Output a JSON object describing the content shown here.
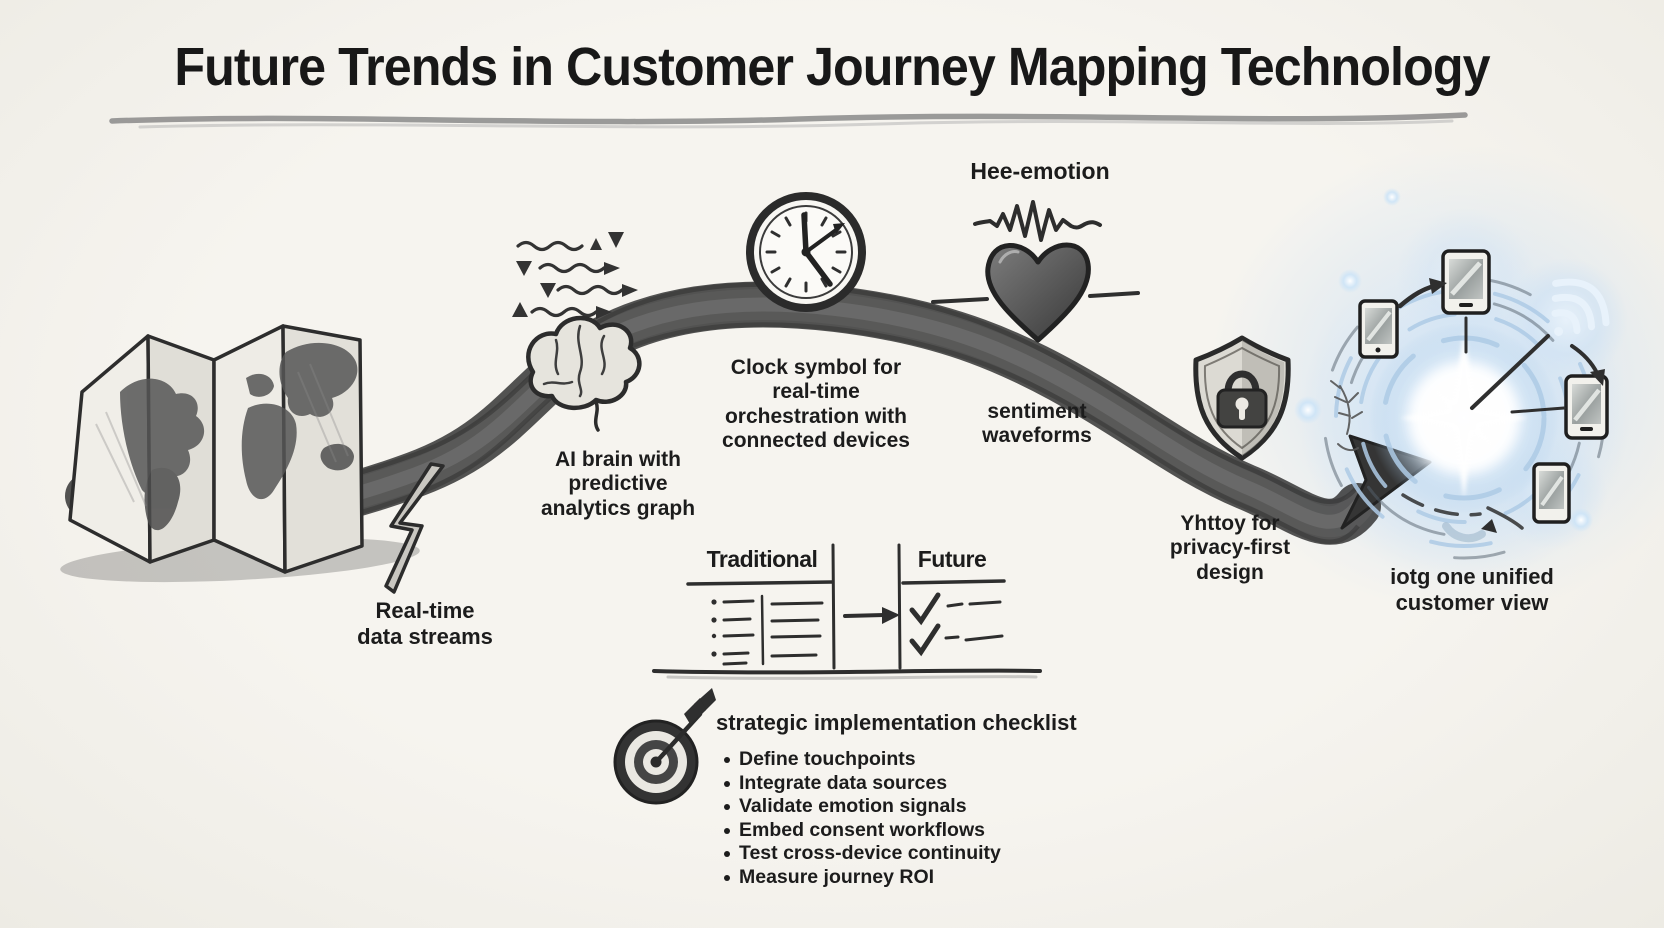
{
  "title": "Future Trends in Customer Journey Mapping Technology",
  "captions": {
    "emotion_title": "Hee-emotion",
    "clock": "Clock symbol for\nreal-time\norchestration with\nconnected devices",
    "ai_brain": "AI brain with\npredictive\nanalytics graph",
    "sentiment": "sentiment\nwaveforms",
    "realtime": "Real-time\ndata streams",
    "privacy": "Yhttoy for\nprivacy-first\ndesign",
    "unified": "iotg one unified\ncustomer view"
  },
  "comparison_table": {
    "left_header": "Traditional",
    "right_header": "Future"
  },
  "checklist": {
    "heading": "strategic implementation checklist",
    "items": [
      "Define touchpoints",
      "Integrate data sources",
      "Validate emotion signals",
      "Embed consent workflows",
      "Test cross-device continuity",
      "Measure journey ROI"
    ]
  },
  "icon_names": [
    "world-map-icon",
    "lightning-bolt-icon",
    "ai-brain-icon",
    "trend-arrows-icon",
    "clock-icon",
    "heartbeat-wave-icon",
    "heart-icon",
    "shield-lock-icon",
    "bullseye-target-icon",
    "device-orbit-icon",
    "wifi-icon",
    "unified-glow-icon"
  ],
  "colors": {
    "ink": "#2b2b2b",
    "paper": "#f4f2ec",
    "pencil_gray": "#8d8d8d",
    "glow_blue": "#bcd7ee",
    "glow_core": "#ffffff"
  }
}
